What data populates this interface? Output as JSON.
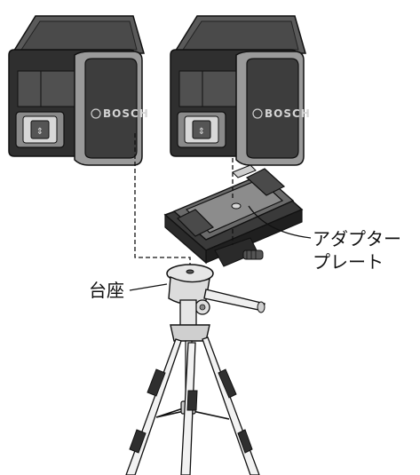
{
  "brand": "BOSCH",
  "labels": {
    "adapter_plate_line1": "アダプター",
    "adapter_plate_line2": "プレート",
    "base": "台座"
  },
  "icons": {
    "device_left": "laser-level-icon",
    "device_right": "laser-level-icon",
    "adapter": "adapter-plate-icon",
    "tripod": "tripod-icon"
  },
  "colors": {
    "body_dark": "#3a3a3a",
    "body_mid": "#6b6b6b",
    "body_light": "#a8a8a8",
    "outline": "#111111",
    "white": "#ffffff"
  }
}
